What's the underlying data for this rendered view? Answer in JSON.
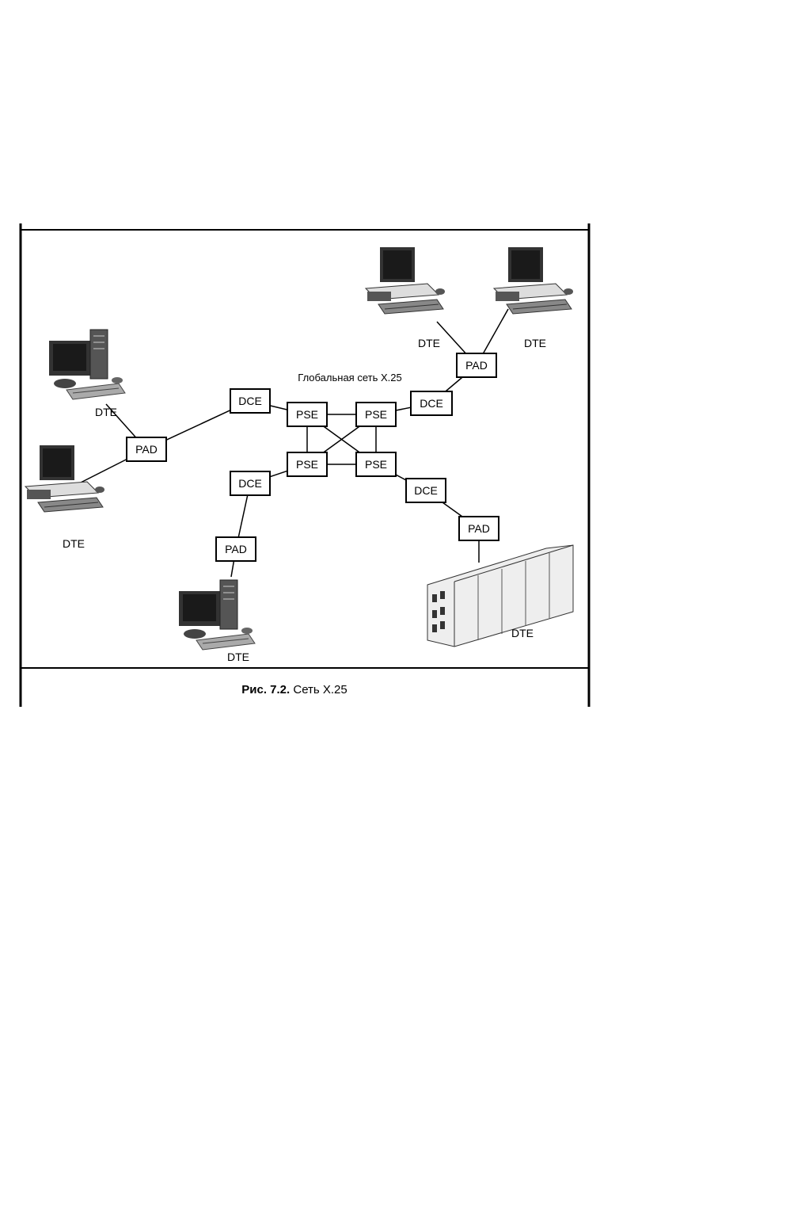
{
  "diagram": {
    "network_label": "Глобальная сеть X.25",
    "nodes": [
      {
        "id": "pse1",
        "label": "PSE"
      },
      {
        "id": "pse2",
        "label": "PSE"
      },
      {
        "id": "pse3",
        "label": "PSE"
      },
      {
        "id": "pse4",
        "label": "PSE"
      },
      {
        "id": "dce-left-top",
        "label": "DCE"
      },
      {
        "id": "dce-right-top",
        "label": "DCE"
      },
      {
        "id": "dce-left-bottom",
        "label": "DCE"
      },
      {
        "id": "dce-right-bottom",
        "label": "DCE"
      },
      {
        "id": "pad-left",
        "label": "PAD"
      },
      {
        "id": "pad-top-right",
        "label": "PAD"
      },
      {
        "id": "pad-bottom-left",
        "label": "PAD"
      },
      {
        "id": "pad-bottom-right",
        "label": "PAD"
      }
    ],
    "terminals": [
      {
        "id": "dte-top-left",
        "label": "DTE",
        "device": "desktop"
      },
      {
        "id": "dte-left",
        "label": "DTE",
        "device": "workstation"
      },
      {
        "id": "dte-top-a",
        "label": "DTE",
        "device": "workstation"
      },
      {
        "id": "dte-top-b",
        "label": "DTE",
        "device": "workstation"
      },
      {
        "id": "dte-bottom",
        "label": "DTE",
        "device": "desktop"
      },
      {
        "id": "dte-server",
        "label": "DTE",
        "device": "server-rack"
      }
    ],
    "links": [
      [
        "pse1",
        "pse2"
      ],
      [
        "pse1",
        "pse3"
      ],
      [
        "pse2",
        "pse4"
      ],
      [
        "pse3",
        "pse4"
      ],
      [
        "pse1",
        "pse4"
      ],
      [
        "pse2",
        "pse3"
      ],
      [
        "dce-left-top",
        "pse1"
      ],
      [
        "dce-right-top",
        "pse2"
      ],
      [
        "dce-left-bottom",
        "pse3"
      ],
      [
        "dce-right-bottom",
        "pse4"
      ],
      [
        "pad-left",
        "dce-left-top"
      ],
      [
        "pad-top-right",
        "dce-right-top"
      ],
      [
        "pad-bottom-left",
        "dce-left-bottom"
      ],
      [
        "pad-bottom-right",
        "dce-right-bottom"
      ],
      [
        "dte-top-left",
        "pad-left"
      ],
      [
        "dte-left",
        "pad-left"
      ],
      [
        "dte-top-a",
        "pad-top-right"
      ],
      [
        "dte-top-b",
        "pad-top-right"
      ],
      [
        "dte-bottom",
        "pad-bottom-left"
      ],
      [
        "dte-server",
        "pad-bottom-right"
      ]
    ]
  },
  "caption": {
    "number": "Рис. 7.2.",
    "text": "Сеть X.25"
  }
}
